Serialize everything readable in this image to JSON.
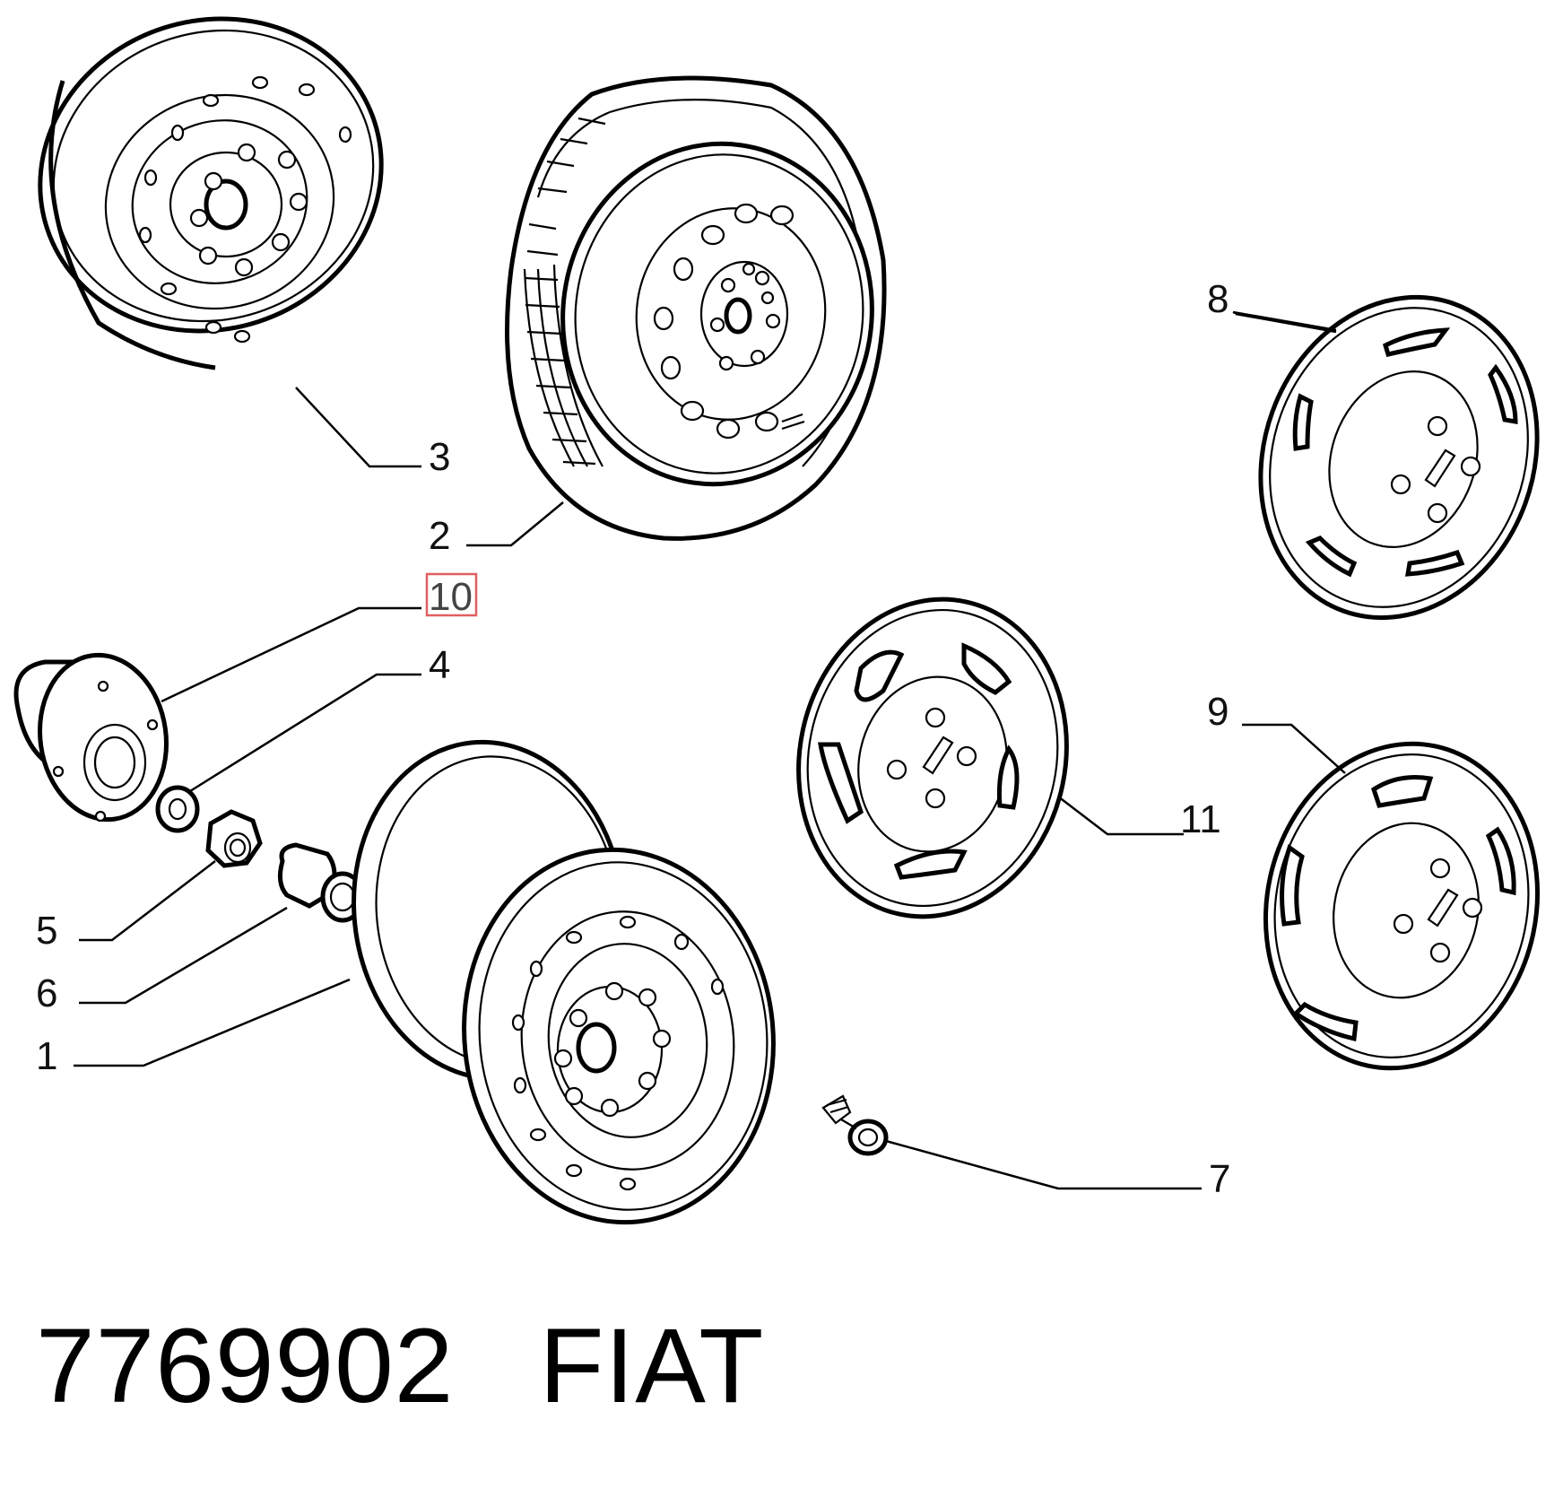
{
  "callouts": {
    "c1": "1",
    "c2": "2",
    "c3": "3",
    "c4": "4",
    "c5": "5",
    "c6": "6",
    "c7": "7",
    "c8": "8",
    "c9": "9",
    "c10": "10",
    "c11": "11"
  },
  "highlighted_callout": "10",
  "highlight_color": "#e06060",
  "footer": {
    "part_number": "7769902",
    "brand": "FIAT"
  }
}
